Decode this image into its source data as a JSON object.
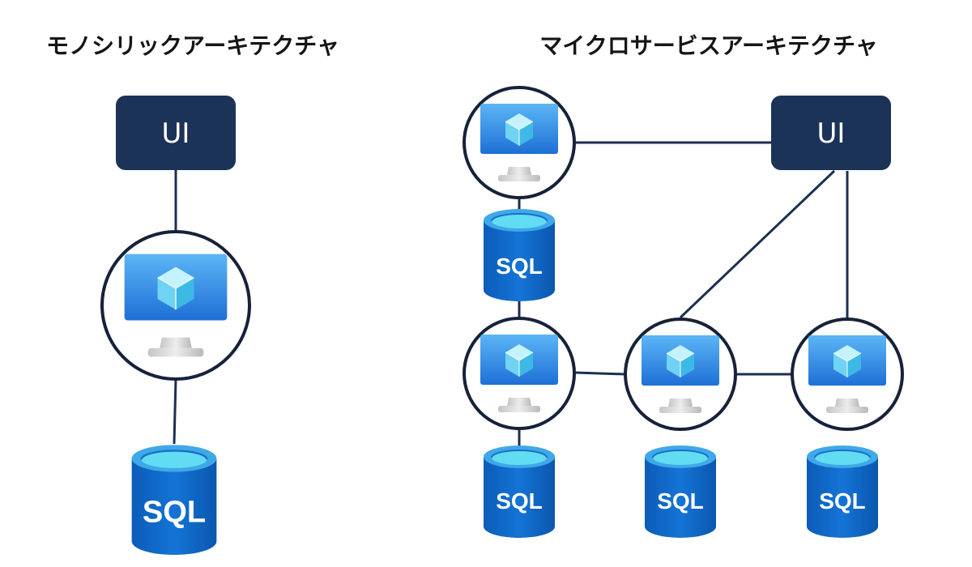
{
  "titles": {
    "monolithic": "モノシリックアーキテクチャ",
    "microservices": "マイクロサービスアーキテクチャ"
  },
  "labels": {
    "ui": "UI",
    "sql": "SQL"
  },
  "colors": {
    "ui_box": "#1c3358",
    "link": "#1c2f52",
    "db_body": "#0f66c6",
    "db_top": "#5ad9f0",
    "monitor": "#2f8ae8"
  }
}
